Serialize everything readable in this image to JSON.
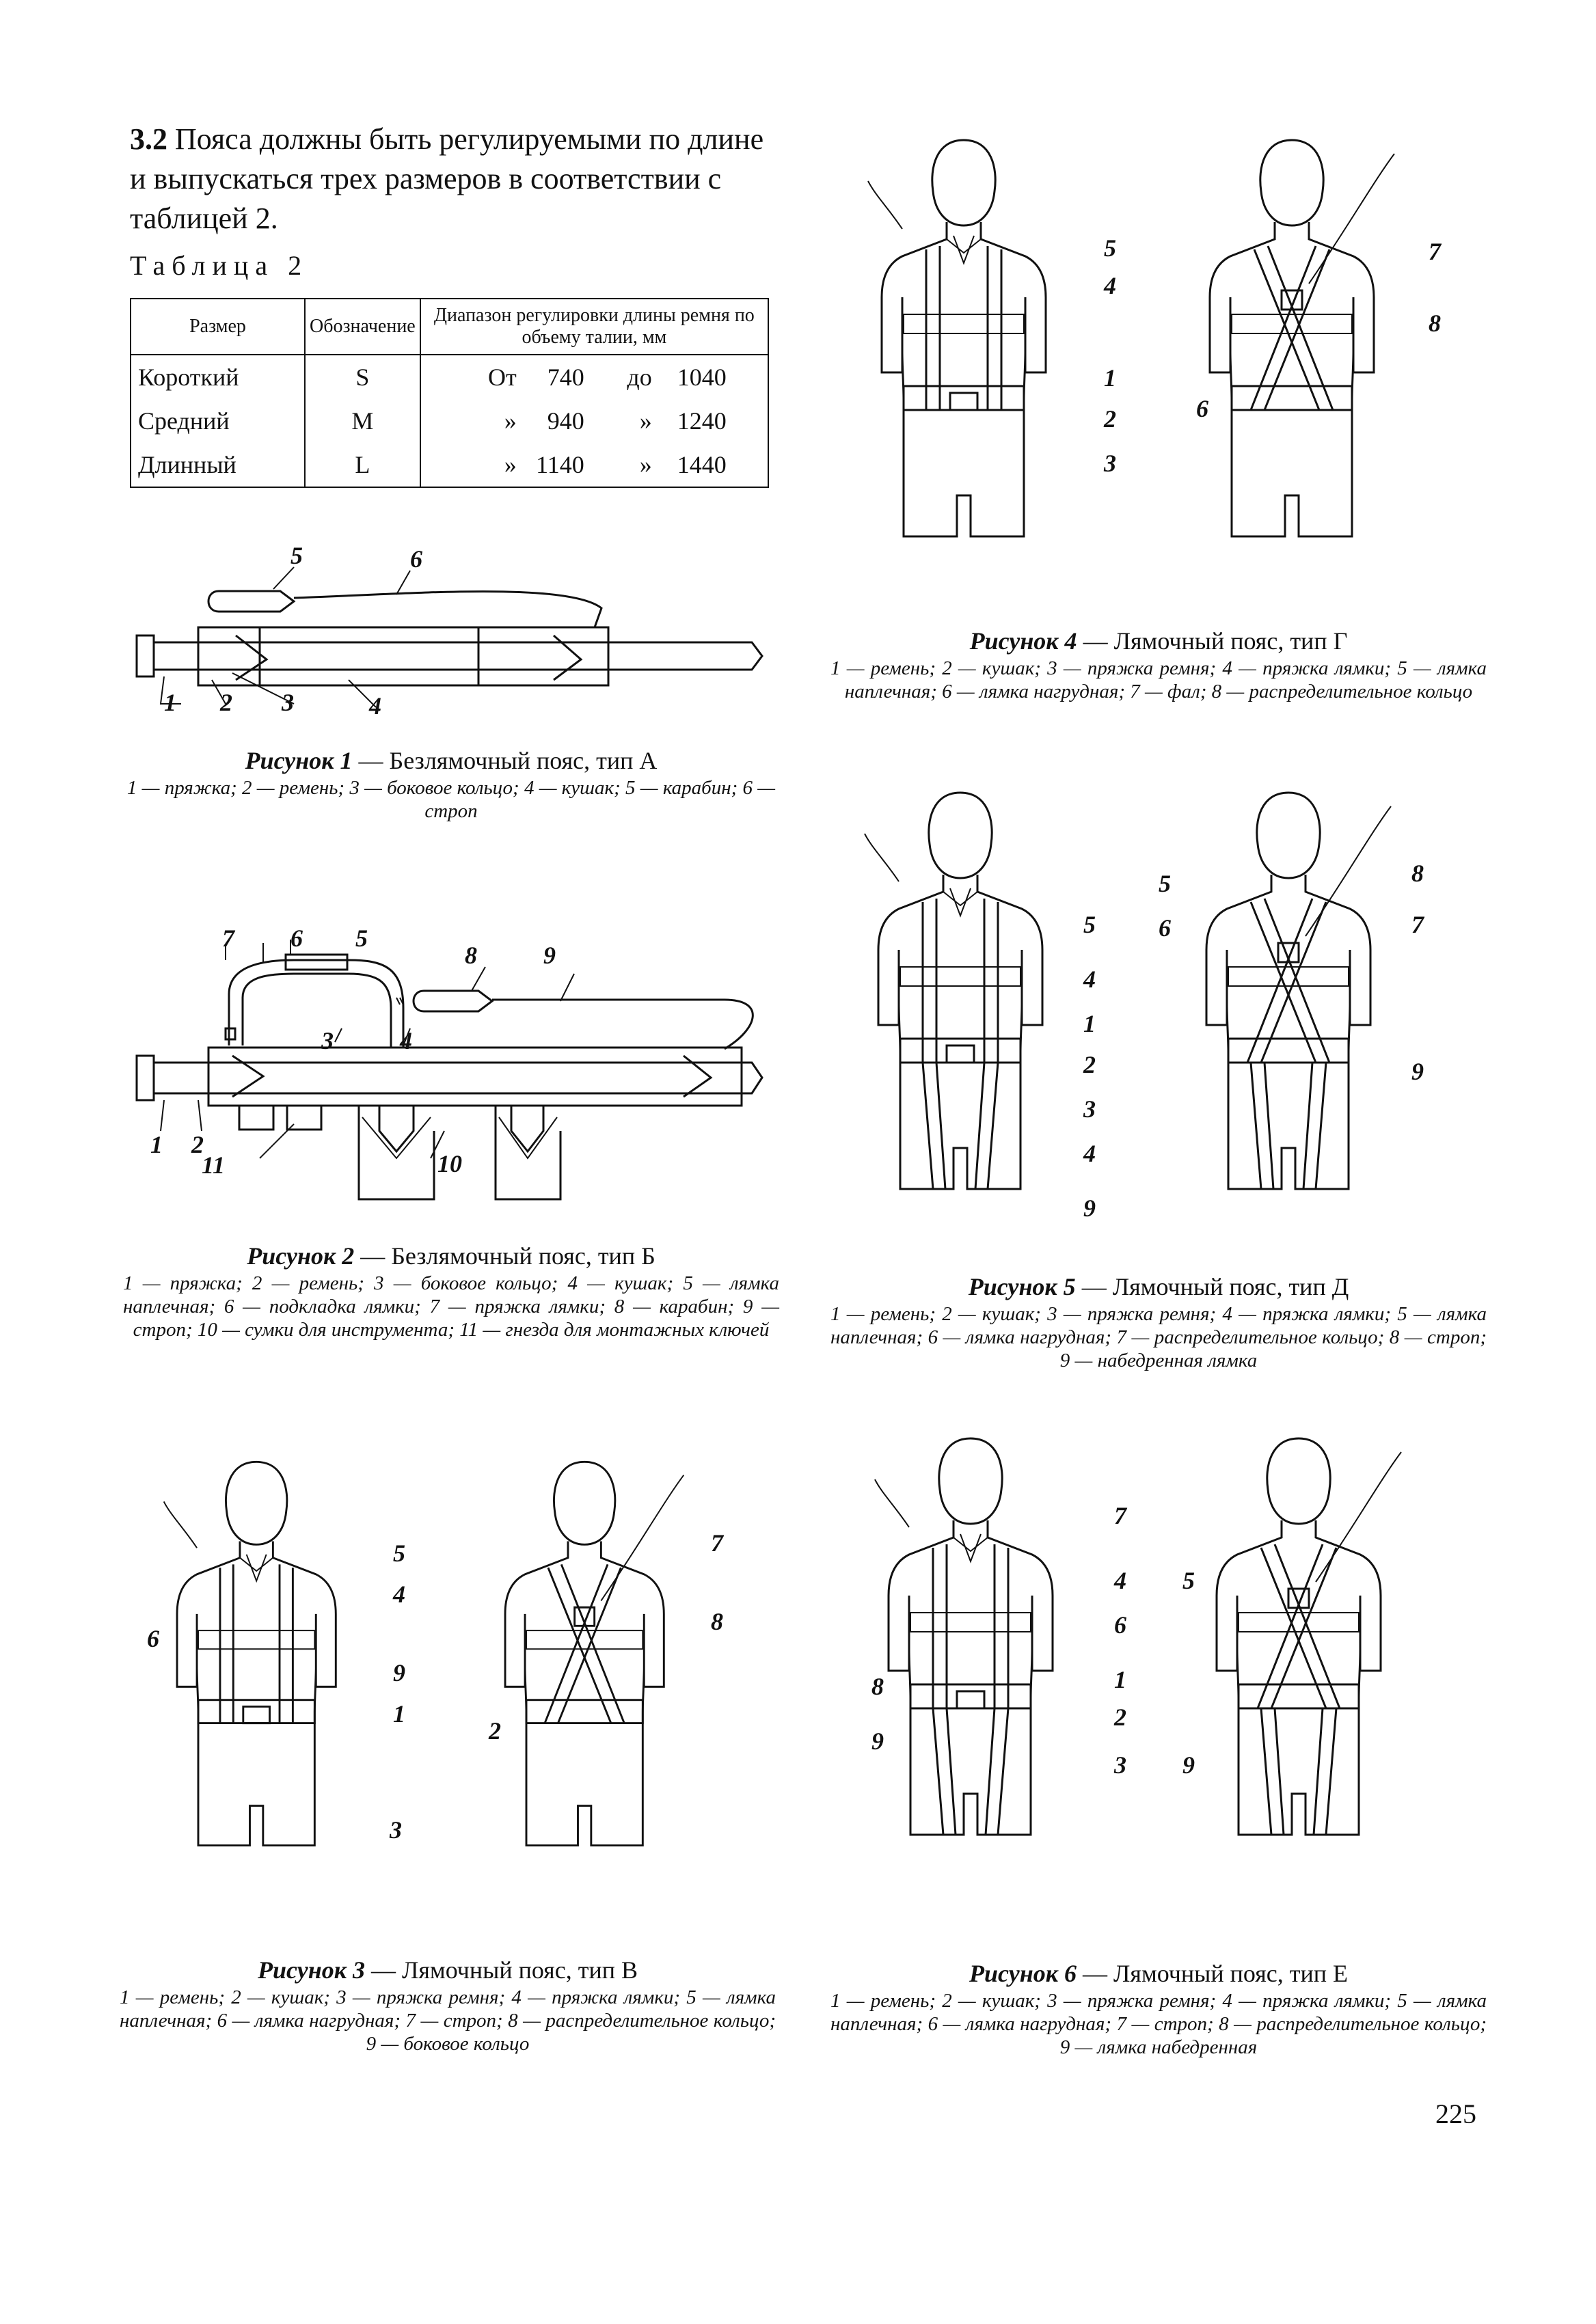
{
  "paragraph": {
    "number": "3.2",
    "text": "Пояса должны быть регулируемыми по длине и выпускаться трех размеров в соответствии с таблицей 2."
  },
  "table": {
    "caption": "Таблица 2",
    "headers": [
      "Размер",
      "Обозначение",
      "Диапазон регулировки длины ремня по объему талии, мм"
    ],
    "rows": [
      {
        "size": "Короткий",
        "code": "S",
        "from_word": "От",
        "from": "740",
        "to_word": "до",
        "to": "1040"
      },
      {
        "size": "Средний",
        "code": "M",
        "from_word": "»",
        "from": "940",
        "to_word": "»",
        "to": "1240"
      },
      {
        "size": "Длинный",
        "code": "L",
        "from_word": "»",
        "from": "1140",
        "to_word": "»",
        "to": "1440"
      }
    ]
  },
  "figures": [
    {
      "label": "Рисунок 1",
      "title": "— Безлямочный пояс, тип А",
      "legend": "1 — пряжка; 2 — ремень; 3 — боковое кольцо; 4 — кушак; 5 — карабин; 6 — строп",
      "numbers": [
        "1",
        "2",
        "3",
        "4",
        "5",
        "6"
      ]
    },
    {
      "label": "Рисунок 2",
      "title": "— Безлямочный пояс, тип Б",
      "legend": "1 — пряжка; 2 — ремень; 3 — боковое кольцо; 4 — кушак; 5 — лямка наплечная; 6 — подкладка лямки; 7 — пряжка лямки; 8 — карабин; 9 — строп; 10 — сумки для инструмента; 11 — гнезда для монтажных ключей",
      "numbers": [
        "1",
        "2",
        "3",
        "4",
        "5",
        "6",
        "7",
        "8",
        "9",
        "10",
        "11"
      ]
    },
    {
      "label": "Рисунок 3",
      "title": "— Лямочный пояс, тип В",
      "legend": "1 — ремень; 2 — кушак; 3 — пряжка ремня; 4 — пряжка лямки; 5 — лямка наплечная; 6 — лямка нагрудная; 7 — строп; 8 — распределительное кольцо; 9 — боковое кольцо",
      "numbers": [
        "5",
        "4",
        "6",
        "9",
        "1",
        "3",
        "7",
        "8",
        "2"
      ]
    },
    {
      "label": "Рисунок 4",
      "title": "— Лямочный пояс, тип Г",
      "legend": "1 — ремень; 2 — кушак; 3 — пряжка ремня; 4 — пряжка лямки; 5 — лямка наплечная; 6 — лямка нагрудная; 7 — фал; 8 — распределительное кольцо",
      "numbers": [
        "5",
        "4",
        "1",
        "2",
        "3",
        "7",
        "8",
        "6"
      ]
    },
    {
      "label": "Рисунок 5",
      "title": "— Лямочный пояс, тип Д",
      "legend": "1 — ремень; 2 — кушак; 3 — пряжка ремня; 4 — пряжка лямки; 5 — лямка наплечная; 6 — лямка нагрудная; 7 — распределительное кольцо; 8 — строп; 9 — набедренная лямка",
      "numbers": [
        "5",
        "4",
        "1",
        "2",
        "3",
        "4",
        "9",
        "8",
        "5",
        "6",
        "7",
        "9"
      ]
    },
    {
      "label": "Рисунок 6",
      "title": "— Лямочный пояс, тип Е",
      "legend": "1 — ремень; 2 — кушак; 3 — пряжка ремня; 4 — пряжка лямки; 5 — лямка наплечная; 6 — лямка нагрудная; 7 — строп; 8 — распределительное кольцо; 9 — лямка набедренная",
      "numbers": [
        "7",
        "4",
        "6",
        "8",
        "1",
        "2",
        "9",
        "3",
        "5",
        "9"
      ]
    }
  ],
  "page_number": "225"
}
